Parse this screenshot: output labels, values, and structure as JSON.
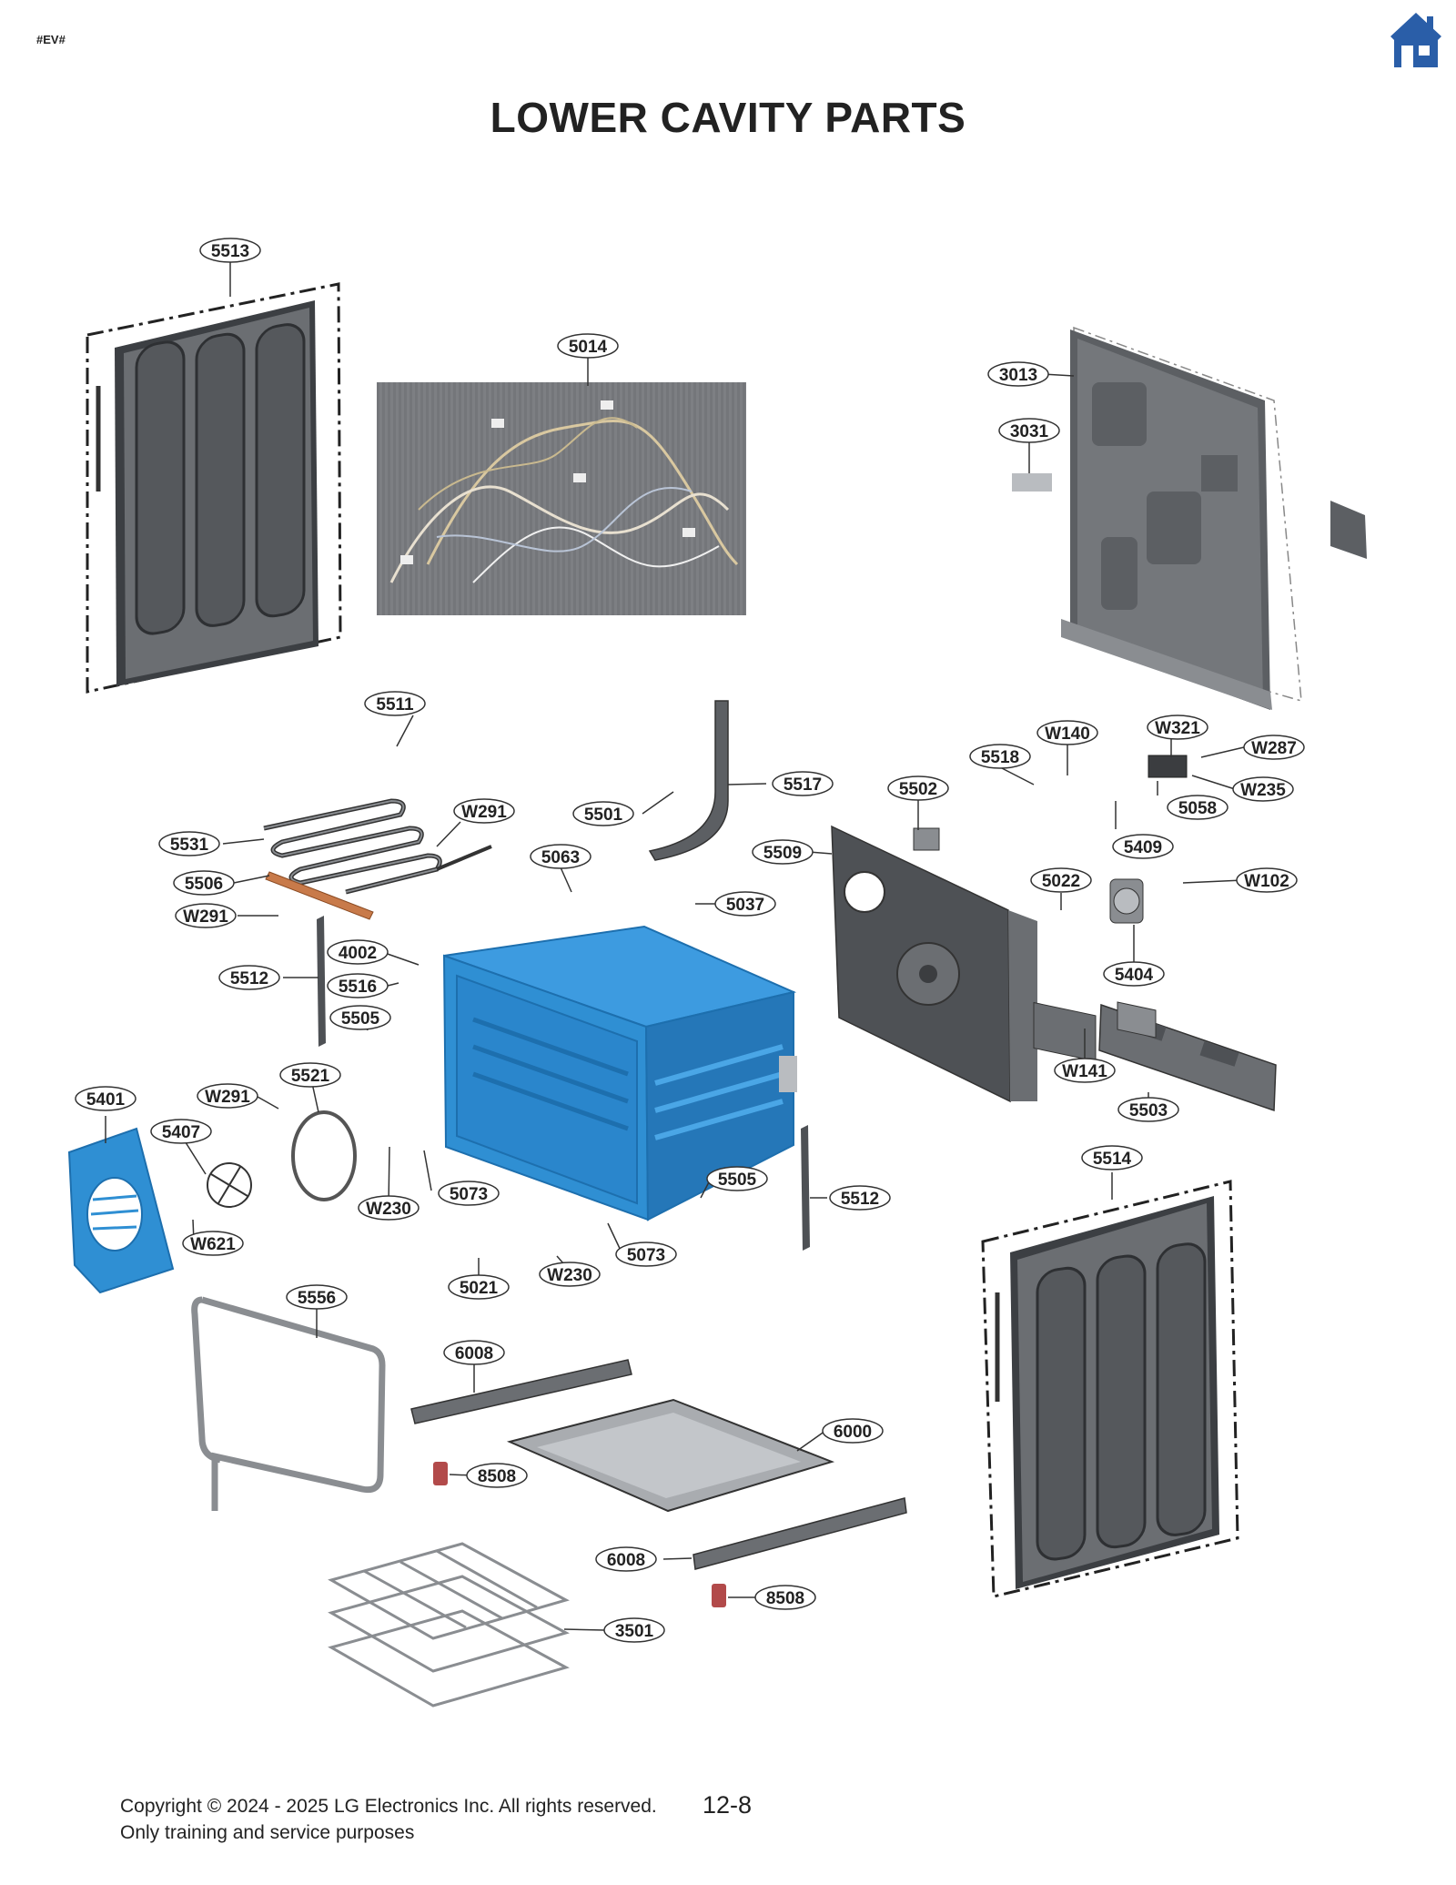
{
  "header": {
    "tag": "#EV#",
    "home_icon": "home-icon",
    "title": "LOWER CAVITY PARTS"
  },
  "footer": {
    "copyright": "Copyright © 2024 - 2025 LG Electronics Inc. All rights reserved.",
    "note": "Only training and service purposes",
    "page": "12-8"
  },
  "colors": {
    "cavity_blue": "#2f8fd3",
    "cavity_dark": "#1d6fae",
    "panel_gray": "#5b5e62",
    "panel_light": "#8a8d91",
    "panel_dark": "#3b3d40",
    "label_stroke": "#333333"
  },
  "callouts": {
    "c5513": "5513",
    "c5014": "5014",
    "c3013": "3013",
    "c3031": "3031",
    "c5511": "5511",
    "c5517": "5517",
    "c5502": "5502",
    "c5518": "5518",
    "cW140": "W140",
    "cW321": "W321",
    "cW287": "W287",
    "cW235": "W235",
    "c5058": "5058",
    "c5409": "5409",
    "c5531": "5531",
    "cW291a": "W291",
    "c5501": "5501",
    "c5063": "5063",
    "c5509": "5509",
    "c5506": "5506",
    "cW291b": "W291",
    "c5037": "5037",
    "c5022": "5022",
    "cW102": "W102",
    "c4002": "4002",
    "c5512a": "5512",
    "c5516": "5516",
    "c5404": "5404",
    "c5505a": "5505",
    "c5521": "5521",
    "cW141": "W141",
    "c5503": "5503",
    "c5401": "5401",
    "cW291c": "W291",
    "c5407": "5407",
    "c5514": "5514",
    "c5505b": "5505",
    "c5073a": "5073",
    "cW230a": "W230",
    "c5512b": "5512",
    "cW621": "W621",
    "c5073b": "5073",
    "c5021": "5021",
    "cW230b": "W230",
    "c5556": "5556",
    "c6008a": "6008",
    "c6000": "6000",
    "c8508a": "8508",
    "c6008b": "6008",
    "c8508b": "8508",
    "c3501": "3501"
  }
}
